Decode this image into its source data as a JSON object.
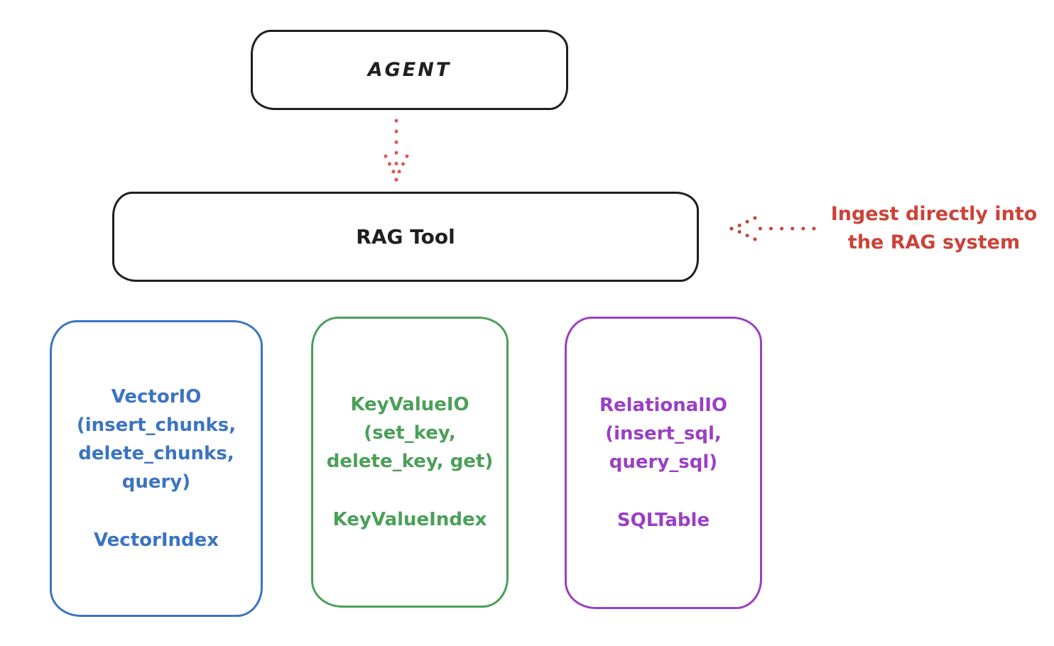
{
  "diagram": {
    "agent": {
      "label": "AGENT"
    },
    "rag_tool": {
      "label": "RAG Tool"
    },
    "annotation": {
      "text": "Ingest directly into\nthe RAG system",
      "color": "#cc4237"
    },
    "arrows": [
      {
        "name": "agent-to-rag-tool",
        "style": "dotted",
        "direction": "down",
        "color": "#dd5850"
      },
      {
        "name": "annotation-to-rag-tool",
        "style": "dotted",
        "direction": "left",
        "color": "#cc4237"
      }
    ],
    "colors": {
      "ink": "#1f1f1f",
      "background": "#ffffff",
      "vector_blue": "#3b74c2",
      "keyvalue_green": "#4b9f58",
      "relational_purple": "#9a3fc4"
    },
    "stores": [
      {
        "body": "VectorIO\n(insert_chunks,\ndelete_chunks,\nquery)",
        "index_label": "VectorIndex",
        "color": "#3b74c2"
      },
      {
        "body": "KeyValueIO\n(set_key,\ndelete_key, get)",
        "index_label": "KeyValueIndex",
        "color": "#4b9f58"
      },
      {
        "body": "RelationalIO\n(insert_sql,\nquery_sql)",
        "index_label": "SQLTable",
        "color": "#9a3fc4"
      }
    ]
  }
}
